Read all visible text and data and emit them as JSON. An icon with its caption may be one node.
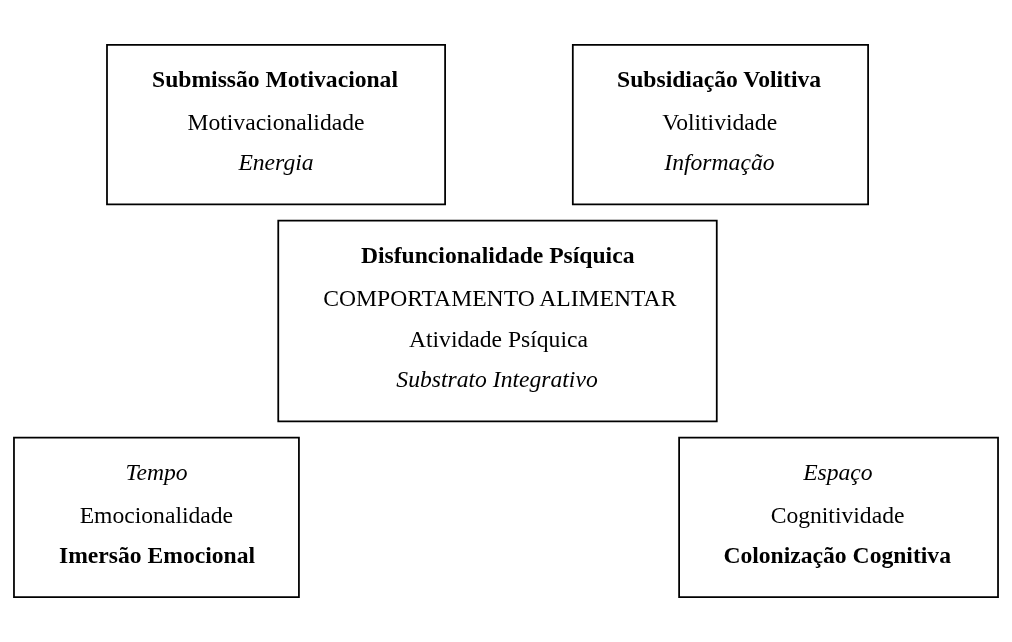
{
  "diagram": {
    "nodes": [
      {
        "text": [
          "Submissão Motivacional",
          "Motivacionalidade",
          "Energia"
        ]
      },
      {
        "text": [
          "Subsidiação Volitiva",
          "Volitividade",
          "Informação"
        ]
      },
      {
        "text": [
          "Disfuncionalidade Psíquica",
          "COMPORTAMENTO ALIMENTAR",
          "Atividade Psíquica",
          "Substrato Integrativo"
        ]
      },
      {
        "text": [
          "Tempo",
          "Emocionalidade",
          "Imersão Emocional"
        ]
      },
      {
        "text": [
          "Espaço",
          "Cognitividade",
          "Colonização Cognitiva"
        ]
      }
    ],
    "edges": []
  }
}
